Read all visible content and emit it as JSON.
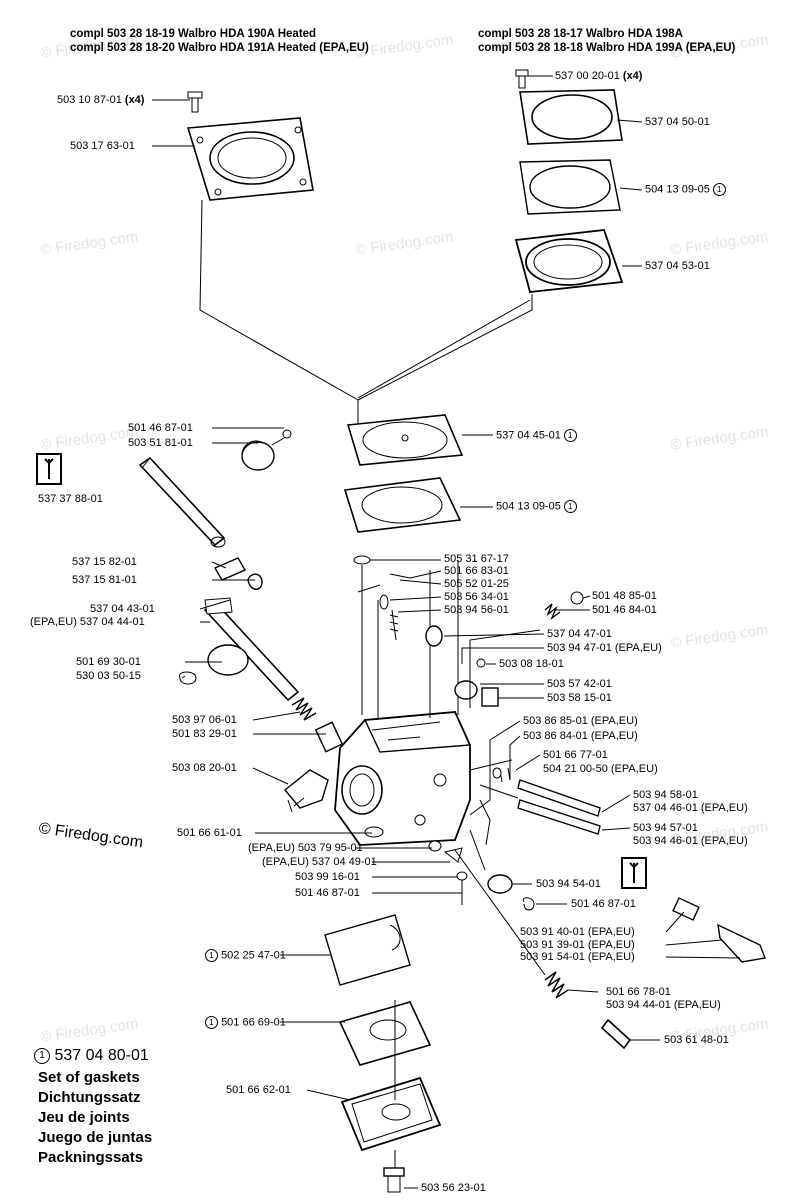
{
  "headers": {
    "left_1": "compl 503 28 18-19  Walbro HDA 190A Heated",
    "left_2": "compl 503 28 18-20  Walbro HDA 191A Heated (EPA,EU)",
    "right_1": "compl 503 28 18-17  Walbro HDA 198A",
    "right_2": "compl 503 28 18-18  Walbro HDA 199A (EPA,EU)"
  },
  "watermark": "© Firedog.com",
  "copyright": "© Firedog.com",
  "circled_mark": "1",
  "labels": {
    "p01": "503 10 87-01",
    "p01x": "(x4)",
    "p02": "503 17 63-01",
    "p03": "537 00 20-01",
    "p03x": "(x4)",
    "p04": "537 04 50-01",
    "p05": "504 13 09-05",
    "p06": "537 04 53-01",
    "p07": "537 04 45-01",
    "p08": "504 13 09-05",
    "p09": "501 46 87-01",
    "p10": "503 51 81-01",
    "p11": "537 37 88-01",
    "p12": "537 15 82-01",
    "p13": "537 15 81-01",
    "p14": "537 04 43-01",
    "p15": "(EPA,EU) 537 04 44-01",
    "p16": "501 69 30-01",
    "p17": "530 03 50-15",
    "p18": "503 97 06-01",
    "p19": "501 83 29-01",
    "p20": "503 08 20-01",
    "p21": "505 31 67-17",
    "p22": "501 66 83-01",
    "p23": "505 52 01-25",
    "p24": "503 56 34-01",
    "p25": "503 94 56-01",
    "p26": "501 48 85-01",
    "p27": "501 46 84-01",
    "p28": "537 04 47-01",
    "p29": "503 94 47-01 (EPA,EU)",
    "p30": "503 08 18-01",
    "p31": "503 57 42-01",
    "p32": "503 58 15-01",
    "p33": "503 86 85-01 (EPA,EU)",
    "p34": "503 86 84-01 (EPA,EU)",
    "p35": "501 66 77-01",
    "p36": "504 21 00-50 (EPA,EU)",
    "p37": "503 94 58-01",
    "p38": "537 04 46-01 (EPA,EU)",
    "p39": "503 94 57-01",
    "p40": "503 94 46-01 (EPA,EU)",
    "p41": "501 66 61-01",
    "p42": "(EPA,EU) 503 79 95-01",
    "p43": "(EPA,EU) 537 04 49-01",
    "p44": "503 99 16-01",
    "p45": "501 46 87-01",
    "p46": "503 94 54-01",
    "p47": "501 46 87-01",
    "p48": "503 91 40-01 (EPA,EU)",
    "p49": "503 91 39-01 (EPA,EU)",
    "p50": "503 91 54-01 (EPA,EU)",
    "p51": "502 25 47-01",
    "p52": "501 66 69-01",
    "p53": "501 66 78-01",
    "p54": "503 94 44-01 (EPA,EU)",
    "p55": "503 61 48-01",
    "p56": "501 66 62-01",
    "p57": "503 56 23-01"
  },
  "legend": {
    "number": "537 04 80-01",
    "lines": [
      "Set of gaskets",
      "Dichtungssatz",
      "Jeu de joints",
      "Juego de juntas",
      "Packningssats"
    ]
  }
}
